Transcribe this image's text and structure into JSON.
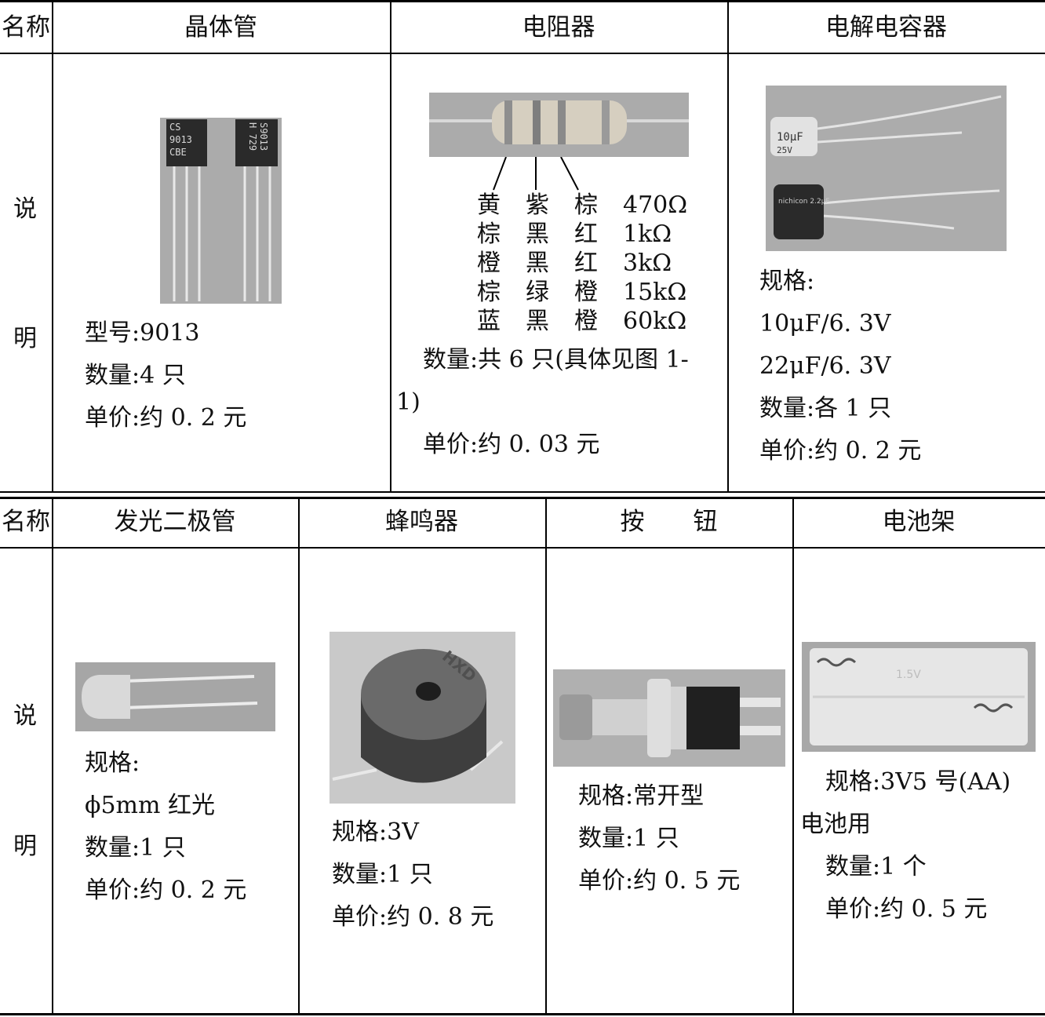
{
  "table1": {
    "name_label": "名称",
    "desc_label": [
      "说",
      "明"
    ],
    "columns": [
      {
        "name": "晶体管",
        "lines": [
          "型号:9013",
          "数量:4 只",
          "单价:约 0. 2 元"
        ],
        "photo_text": {
          "left": [
            "CS",
            "9013",
            "CBE"
          ],
          "right": [
            "S9013",
            "H 729"
          ]
        }
      },
      {
        "name": "电阻器",
        "lines": [
          "数量:共 6 只(具体见图 1-",
          "1)",
          "单价:约 0. 03 元"
        ],
        "color_codes": [
          [
            "黄",
            "紫",
            "棕",
            "470Ω"
          ],
          [
            "棕",
            "黑",
            "红",
            "1kΩ"
          ],
          [
            "橙",
            "黑",
            "红",
            "3kΩ"
          ],
          [
            "棕",
            "绿",
            "橙",
            "15kΩ"
          ],
          [
            "蓝",
            "黑",
            "橙",
            "60kΩ"
          ]
        ]
      },
      {
        "name": "电解电容器",
        "lines": [
          "规格:",
          "10μF/6. 3V",
          "22μF/6. 3V",
          "数量:各 1 只",
          "单价:约 0. 2 元"
        ],
        "photo_text": {
          "top": "10μF",
          "top2": "25V",
          "bottom": "nichicon 2.2μF"
        }
      }
    ]
  },
  "table2": {
    "name_label": "名称",
    "desc_label": [
      "说",
      "明"
    ],
    "columns": [
      {
        "name": "发光二极管",
        "lines": [
          "规格:",
          "ϕ5mm 红光",
          "数量:1 只",
          "单价:约 0. 2 元"
        ]
      },
      {
        "name": "蜂鸣器",
        "lines": [
          "规格:3V",
          "数量:1 只",
          "单价:约 0. 8 元"
        ],
        "photo_text": "HXD"
      },
      {
        "name": "按　　钮",
        "lines": [
          "规格:常开型",
          "数量:1 只",
          "单价:约 0. 5 元"
        ]
      },
      {
        "name": "电池架",
        "lines": [
          "规格:3V5 号(AA)",
          "电池用",
          "数量:1 个",
          "单价:约 0. 5 元"
        ],
        "photo_text": "1.5V"
      }
    ]
  }
}
